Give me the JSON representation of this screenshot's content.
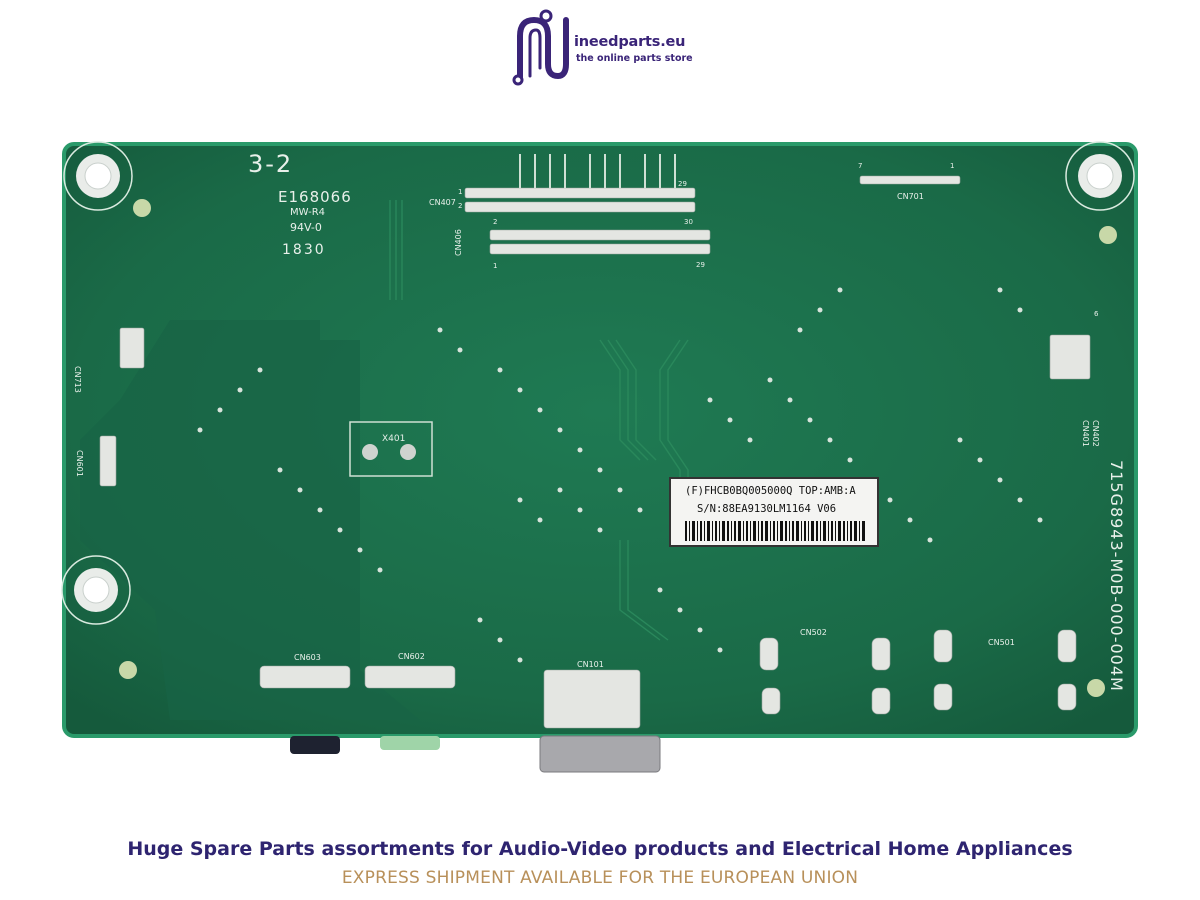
{
  "brand": {
    "name": "ineedparts.eu",
    "tagline": "the online parts store",
    "accent_color": "#3a2478"
  },
  "board": {
    "description_color": "#1d6b45",
    "markings": {
      "circle_marks": "3-2",
      "cert_code": "E168066",
      "material": "MW-R4",
      "flame_rating": "94V-0",
      "date_code": "1830",
      "part_number": "715G8943-M0B-000-004M",
      "cn407": "CN407",
      "cn406": "CN406",
      "cn701": "CN701",
      "cn713": "CN713",
      "cn601": "CN601",
      "cn402": "CN402",
      "cn401": "CN401",
      "x401": "X401",
      "cn603": "CN603",
      "cn602": "CN602",
      "cn101": "CN101",
      "cn502": "CN502",
      "cn501": "CN501",
      "pin_1": "1",
      "pin_2": "2",
      "pin_29": "29",
      "pin_30": "30",
      "pin_7": "7",
      "pin_6": "6"
    },
    "sticker": {
      "line1": "(F)FHCB0BQ005000Q TOP:AMB:A",
      "line2": "S/N:88EA9130LM1164   V06"
    }
  },
  "footer": {
    "headline": "Huge Spare Parts assortments for Audio-Video products and Electrical Home Appliances",
    "subline": "EXPRESS SHIPMENT AVAILABLE FOR THE EUROPEAN UNION"
  }
}
